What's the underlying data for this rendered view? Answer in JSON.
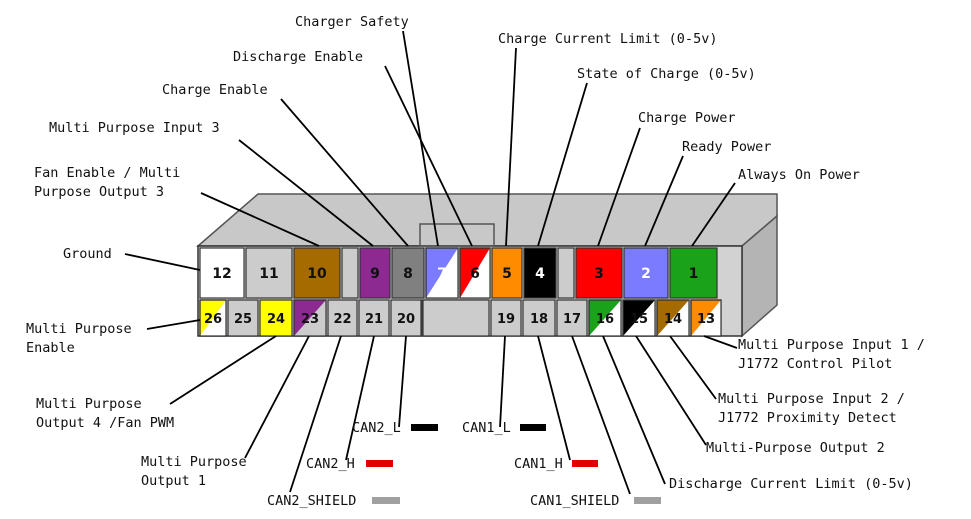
{
  "connector": {
    "top_row": [
      {
        "num": "12",
        "fill": "#ffffff",
        "text_color": "#111111"
      },
      {
        "num": "11",
        "fill": "#cccccc",
        "text_color": "#111111"
      },
      {
        "num": "10",
        "fill": "#a56a00",
        "text_color": "#111111"
      },
      {
        "num": "",
        "fill": "#cccccc",
        "text_color": "#111111"
      },
      {
        "num": "9",
        "fill": "#8c2a91",
        "text_color": "#111111"
      },
      {
        "num": "8",
        "fill": "#808080",
        "text_color": "#111111"
      },
      {
        "num": "7",
        "fill": "#7b7bff",
        "fill2": "#ffffff",
        "text_color": "#ffffff"
      },
      {
        "num": "6",
        "fill": "#ff0000",
        "fill2": "#ffffff",
        "text_color": "#111111"
      },
      {
        "num": "5",
        "fill": "#ff8c00",
        "text_color": "#111111"
      },
      {
        "num": "4",
        "fill": "#000000",
        "text_color": "#ffffff"
      },
      {
        "num": "",
        "fill": "#cccccc",
        "text_color": "#111111"
      },
      {
        "num": "3",
        "fill": "#ff0000",
        "text_color": "#111111"
      },
      {
        "num": "2",
        "fill": "#7b7bff",
        "text_color": "#ffffff"
      },
      {
        "num": "1",
        "fill": "#1aa31a",
        "text_color": "#111111"
      }
    ],
    "bottom_row": [
      {
        "num": "26",
        "fill": "#ffff00",
        "fill2": "#ffffff",
        "text_color": "#111111"
      },
      {
        "num": "25",
        "fill": "#cccccc",
        "text_color": "#111111"
      },
      {
        "num": "24",
        "fill": "#ffff00",
        "text_color": "#111111"
      },
      {
        "num": "23",
        "fill": "#8c2a91",
        "fill2": "#cccccc",
        "text_color": "#111111"
      },
      {
        "num": "22",
        "fill": "#cccccc",
        "text_color": "#111111"
      },
      {
        "num": "21",
        "fill": "#cccccc",
        "text_color": "#111111"
      },
      {
        "num": "20",
        "fill": "#cccccc",
        "text_color": "#111111"
      },
      {
        "num": "",
        "fill": "#cccccc",
        "text_color": "#111111"
      },
      {
        "num": "19",
        "fill": "#cccccc",
        "text_color": "#111111"
      },
      {
        "num": "18",
        "fill": "#cccccc",
        "text_color": "#111111"
      },
      {
        "num": "17",
        "fill": "#cccccc",
        "text_color": "#111111"
      },
      {
        "num": "16",
        "fill": "#1aa31a",
        "fill2": "#ffffff",
        "text_color": "#111111"
      },
      {
        "num": "15",
        "fill": "#000000",
        "fill2": "#ffffff",
        "text_color": "#111111"
      },
      {
        "num": "14",
        "fill": "#a56a00",
        "fill2": "#ffffff",
        "text_color": "#111111"
      },
      {
        "num": "13",
        "fill": "#ff8c00",
        "fill2": "#ffffff",
        "text_color": "#111111"
      }
    ]
  },
  "labels": {
    "charger_safety": "Charger Safety",
    "discharge_enable": "Discharge Enable",
    "charge_current_limit": "Charge Current Limit (0-5v)",
    "state_of_charge": "State of Charge (0-5v)",
    "charge_enable": "Charge Enable",
    "multi_purpose_input_3": "Multi Purpose Input 3",
    "charge_power": "Charge Power",
    "ready_power": "Ready Power",
    "always_on_power": "Always On Power",
    "fan_enable_line1": "Fan Enable / Multi",
    "fan_enable_line2": "Purpose Output 3",
    "ground": "Ground",
    "mp_enable_line1": "Multi Purpose",
    "mp_enable_line2": "Enable",
    "mp_output4_line1": "Multi Purpose",
    "mp_output4_line2": "Output 4 /Fan PWM",
    "mp_output1_line1": "Multi Purpose",
    "mp_output1_line2": "Output 1",
    "can2_shield": "CAN2_SHIELD",
    "can2_h": "CAN2_H",
    "can2_l": "CAN2_L",
    "can1_l": "CAN1_L",
    "can1_h": "CAN1_H",
    "can1_shield": "CAN1_SHIELD",
    "mp_input1_line1": "Multi Purpose Input 1 /",
    "mp_input1_line2": "J1772 Control Pilot",
    "mp_input2_line1": "Multi Purpose Input 2 /",
    "mp_input2_line2": "J1772 Proximity Detect",
    "mp_output2": "Multi-Purpose Output 2",
    "discharge_current_limit": "Discharge Current Limit (0-5v)"
  },
  "wire_colors": {
    "can_l": "#000000",
    "can_h": "#e00000",
    "can_shield": "#a0a0a0"
  }
}
